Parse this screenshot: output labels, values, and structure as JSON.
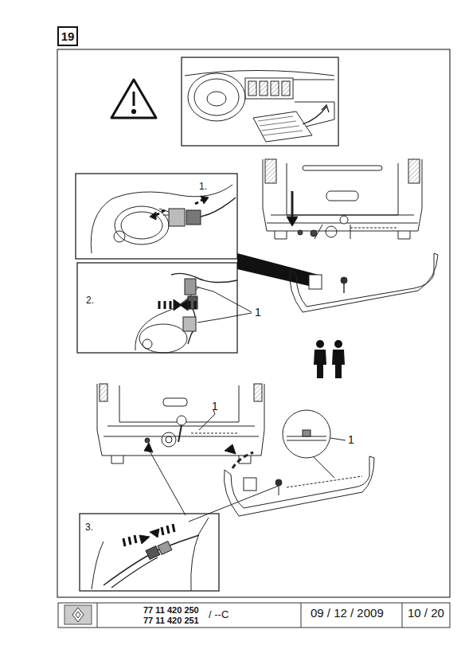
{
  "diagram": {
    "nodes": [
      {
        "text": [
          "19"
        ]
      }
    ],
    "labels": [
      "1.",
      "2.",
      "1",
      "1",
      "1",
      "3.",
      "77 11 420 250",
      "77 11 420 251",
      "/ --C",
      "09 / 12 / 2009",
      "10 / 20"
    ]
  }
}
